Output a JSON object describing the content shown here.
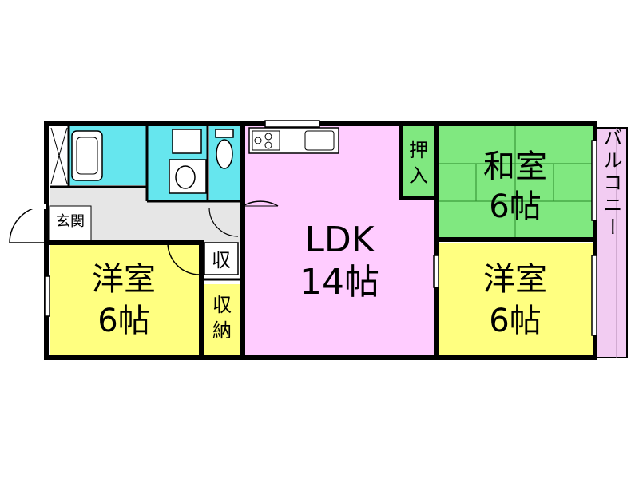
{
  "rooms": {
    "ldk": {
      "name": "LDK",
      "size": "14帖",
      "color": "#ffccff"
    },
    "western_left": {
      "name": "洋室",
      "size": "6帖",
      "color": "#ffff80"
    },
    "western_right": {
      "name": "洋室",
      "size": "6帖",
      "color": "#ffff80"
    },
    "japanese": {
      "name": "和室",
      "size": "6帖",
      "color": "#80e880"
    },
    "closet_oshiire": {
      "line1": "押",
      "line2": "入",
      "color": "#80e880"
    },
    "entrance": {
      "name": "玄関",
      "color": "#e6e6e6"
    },
    "storage_small": {
      "name": "収"
    },
    "storage_closet": {
      "line1": "収",
      "line2": "納",
      "color": "#ffff80"
    },
    "balcony": {
      "name": "バルコニー",
      "color": "#f2ccf2"
    },
    "wet_area_color": "#66e6ee"
  }
}
